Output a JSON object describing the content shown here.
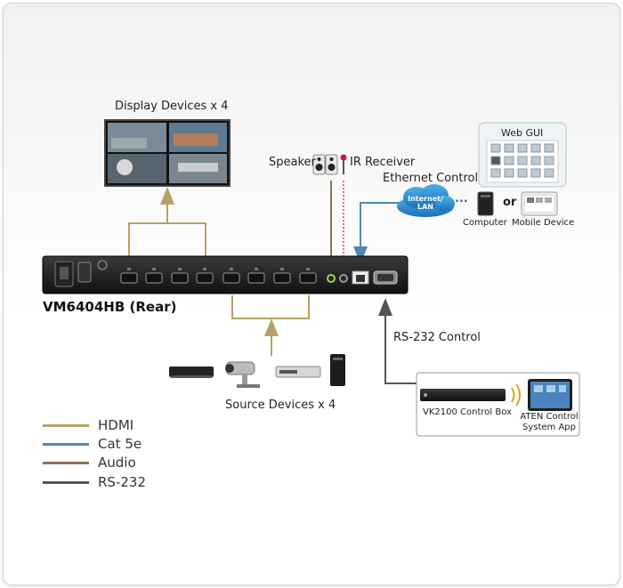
{
  "labels": {
    "display_devices": "Display Devices x 4",
    "speaker": "Speaker",
    "ir_receiver": "IR Receiver",
    "ethernet_control": "Ethernet Control",
    "web_gui": "Web GUI",
    "internet_lan": "Internet/ LAN",
    "or": "or",
    "computer": "Computer",
    "mobile_device": "Mobile Device",
    "device_name": "VM6404HB (Rear)",
    "rs232_control": "RS-232 Control",
    "source_devices": "Source Devices x 4",
    "control_box": "VK2100 Control Box",
    "control_app": "ATEN Control System App",
    "dots": "..."
  },
  "legend": [
    {
      "label": "HDMI",
      "color": "#b5a26a"
    },
    {
      "label": "Cat 5e",
      "color": "#4f87b4"
    },
    {
      "label": "Audio",
      "color": "#8a7650"
    },
    {
      "label": "RS-232",
      "color": "#555555"
    }
  ]
}
